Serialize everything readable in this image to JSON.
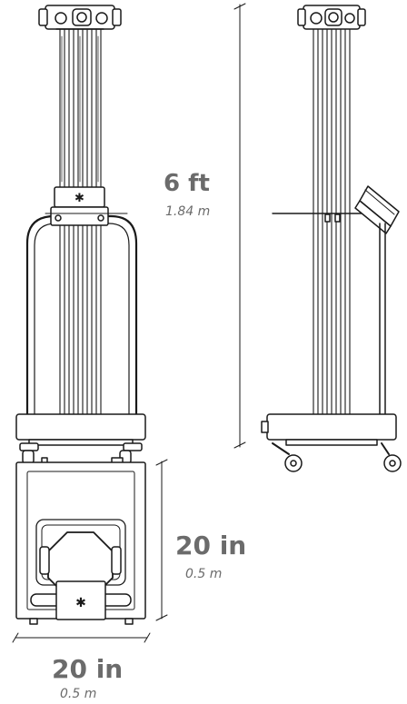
{
  "dimensions": {
    "height": {
      "imperial": "6 ft",
      "metric": "1.84 m"
    },
    "depth": {
      "imperial": "20 in",
      "metric": "0.5 m"
    },
    "width": {
      "imperial": "20 in",
      "metric": "0.5 m"
    }
  },
  "colors": {
    "outline": "#1a1a1a",
    "dimension_text": "#6b6b6b",
    "fill": "#ffffff"
  },
  "views": [
    "front-view",
    "side-view",
    "top-view"
  ]
}
